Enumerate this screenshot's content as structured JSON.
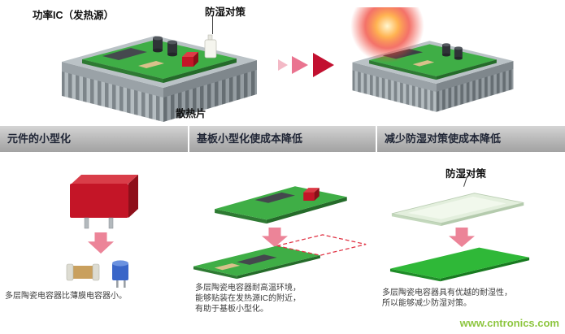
{
  "top": {
    "power_ic_label": "功率IC（发热源）",
    "moisture_label": "防湿对策",
    "heatsink_label": "散热片"
  },
  "header": {
    "cells": [
      "元件的小型化",
      "基板小型化使成本降低",
      "减少防湿对策使成本降低"
    ]
  },
  "sections": {
    "component": {
      "caption_lines": [
        "多层陶瓷电容器比薄膜电容器小。"
      ]
    },
    "board": {
      "caption_lines": [
        "多层陶瓷电容器耐高温环境，",
        "能够贴装在发热源IC的附近，",
        "有助于基板小型化。"
      ]
    },
    "moisture": {
      "label": "防湿对策",
      "caption_lines": [
        "多层陶瓷电容器具有优越的耐湿性，",
        "所以能够减少防湿对策。"
      ]
    }
  },
  "watermark": "www.cntronics.com",
  "icons": {
    "transition_arrows": "three right-pointing triangles, light pink to dark red",
    "down_arrow": "pink block arrow pointing down"
  },
  "colors": {
    "header_text": "#202636",
    "watermark_green": "#8dc63f",
    "arrow_pink": "#ec8498",
    "pcb_green": "#3fae46",
    "bright_green": "#2fb838",
    "pale_green": "#e3efdd",
    "red_component": "#c41527",
    "tri_light": "#f3b9c6",
    "tri_mid": "#ea7490",
    "tri_dark": "#c21030"
  }
}
